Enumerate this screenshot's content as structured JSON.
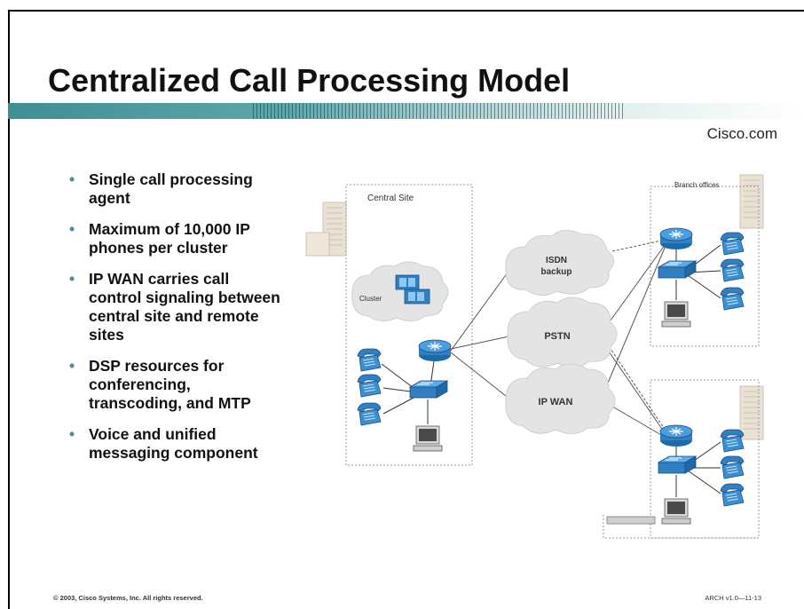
{
  "slide": {
    "title": "Centralized Call Processing Model",
    "brand": "Cisco.com",
    "bullets": [
      "Single call processing agent",
      "Maximum of 10,000 IP phones per cluster",
      "IP WAN carries call control signaling between central site and remote sites",
      "DSP resources for conferencing, transcoding, and MTP",
      "Voice and unified messaging component"
    ],
    "footer_copyright": "© 2003, Cisco Systems, Inc. All rights reserved.",
    "footer_code": "ARCH v1.0—11-13"
  },
  "diagram": {
    "central_site_label": "Central Site",
    "branch_label": "Branch offices",
    "cluster_label": "Cluster",
    "clouds": {
      "isdn_line1": "ISDN",
      "isdn_line2": "backup",
      "pstn": "PSTN",
      "ipwan": "IP WAN"
    },
    "colors": {
      "device": "#2f7fc1",
      "cloud": "#e4e4e4",
      "building": "#e8e1d4",
      "accent": "#4a8f94"
    }
  }
}
